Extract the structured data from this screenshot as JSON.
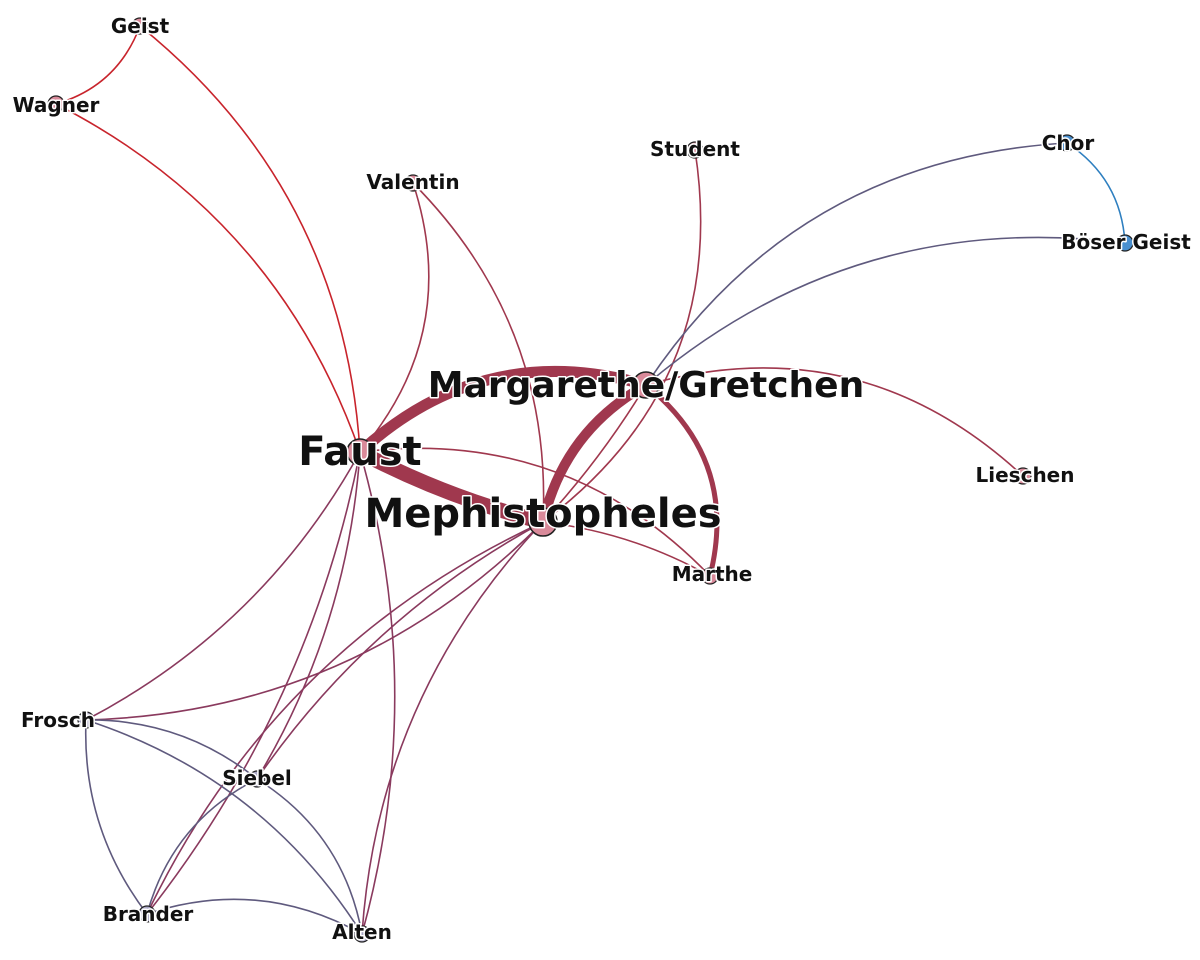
{
  "network": {
    "colors": {
      "red": "#c8242c",
      "crimson": "#a0384e",
      "wine": "#8a3a5e",
      "slate": "#5f5a7e",
      "blue": "#2e7fc0",
      "node_pink": "#d98a9a",
      "node_grey": "#a9a6c4",
      "node_blue": "#4a90d0"
    },
    "nodes": [
      {
        "id": "geist",
        "label": "Geist",
        "group": "red"
      },
      {
        "id": "wagner",
        "label": "Wagner",
        "group": "red"
      },
      {
        "id": "student",
        "label": "Student",
        "group": "pink"
      },
      {
        "id": "valentin",
        "label": "Valentin",
        "group": "pink"
      },
      {
        "id": "chor",
        "label": "Chor",
        "group": "blue"
      },
      {
        "id": "boeser",
        "label": "Böser Geist",
        "group": "blue"
      },
      {
        "id": "margarethe",
        "label": "Margarethe/Gretchen",
        "group": "pink"
      },
      {
        "id": "faust",
        "label": "Faust",
        "group": "pink"
      },
      {
        "id": "mephisto",
        "label": "Mephistopheles",
        "group": "pink"
      },
      {
        "id": "lieschen",
        "label": "Lieschen",
        "group": "pink"
      },
      {
        "id": "marthe",
        "label": "Marthe",
        "group": "pink"
      },
      {
        "id": "frosch",
        "label": "Frosch",
        "group": "grey"
      },
      {
        "id": "siebel",
        "label": "Siebel",
        "group": "grey"
      },
      {
        "id": "brander",
        "label": "Brander",
        "group": "grey"
      },
      {
        "id": "alten",
        "label": "Alten",
        "group": "grey"
      }
    ],
    "edges": [
      {
        "source": "faust",
        "target": "mephisto",
        "weight": 10
      },
      {
        "source": "faust",
        "target": "margarethe",
        "weight": 7
      },
      {
        "source": "mephisto",
        "target": "margarethe",
        "weight": 6
      },
      {
        "source": "margarethe",
        "target": "marthe",
        "weight": 3
      },
      {
        "source": "faust",
        "target": "marthe",
        "weight": 1
      },
      {
        "source": "mephisto",
        "target": "marthe",
        "weight": 1
      },
      {
        "source": "faust",
        "target": "geist",
        "weight": 1
      },
      {
        "source": "faust",
        "target": "wagner",
        "weight": 1
      },
      {
        "source": "geist",
        "target": "wagner",
        "weight": 1
      },
      {
        "source": "faust",
        "target": "valentin",
        "weight": 1
      },
      {
        "source": "mephisto",
        "target": "valentin",
        "weight": 1
      },
      {
        "source": "mephisto",
        "target": "student",
        "weight": 1
      },
      {
        "source": "margarethe",
        "target": "chor",
        "weight": 1
      },
      {
        "source": "margarethe",
        "target": "boeser",
        "weight": 1
      },
      {
        "source": "chor",
        "target": "boeser",
        "weight": 1
      },
      {
        "source": "margarethe",
        "target": "lieschen",
        "weight": 1
      },
      {
        "source": "margarethe",
        "target": "mephisto",
        "weight": 1
      },
      {
        "source": "faust",
        "target": "frosch",
        "weight": 1
      },
      {
        "source": "faust",
        "target": "siebel",
        "weight": 1
      },
      {
        "source": "faust",
        "target": "brander",
        "weight": 1
      },
      {
        "source": "faust",
        "target": "alten",
        "weight": 1
      },
      {
        "source": "mephisto",
        "target": "frosch",
        "weight": 1
      },
      {
        "source": "mephisto",
        "target": "siebel",
        "weight": 1
      },
      {
        "source": "mephisto",
        "target": "brander",
        "weight": 1
      },
      {
        "source": "mephisto",
        "target": "alten",
        "weight": 1
      },
      {
        "source": "frosch",
        "target": "siebel",
        "weight": 1
      },
      {
        "source": "frosch",
        "target": "brander",
        "weight": 1
      },
      {
        "source": "frosch",
        "target": "alten",
        "weight": 1
      },
      {
        "source": "siebel",
        "target": "brander",
        "weight": 1
      },
      {
        "source": "siebel",
        "target": "alten",
        "weight": 1
      },
      {
        "source": "brander",
        "target": "alten",
        "weight": 1
      }
    ]
  }
}
